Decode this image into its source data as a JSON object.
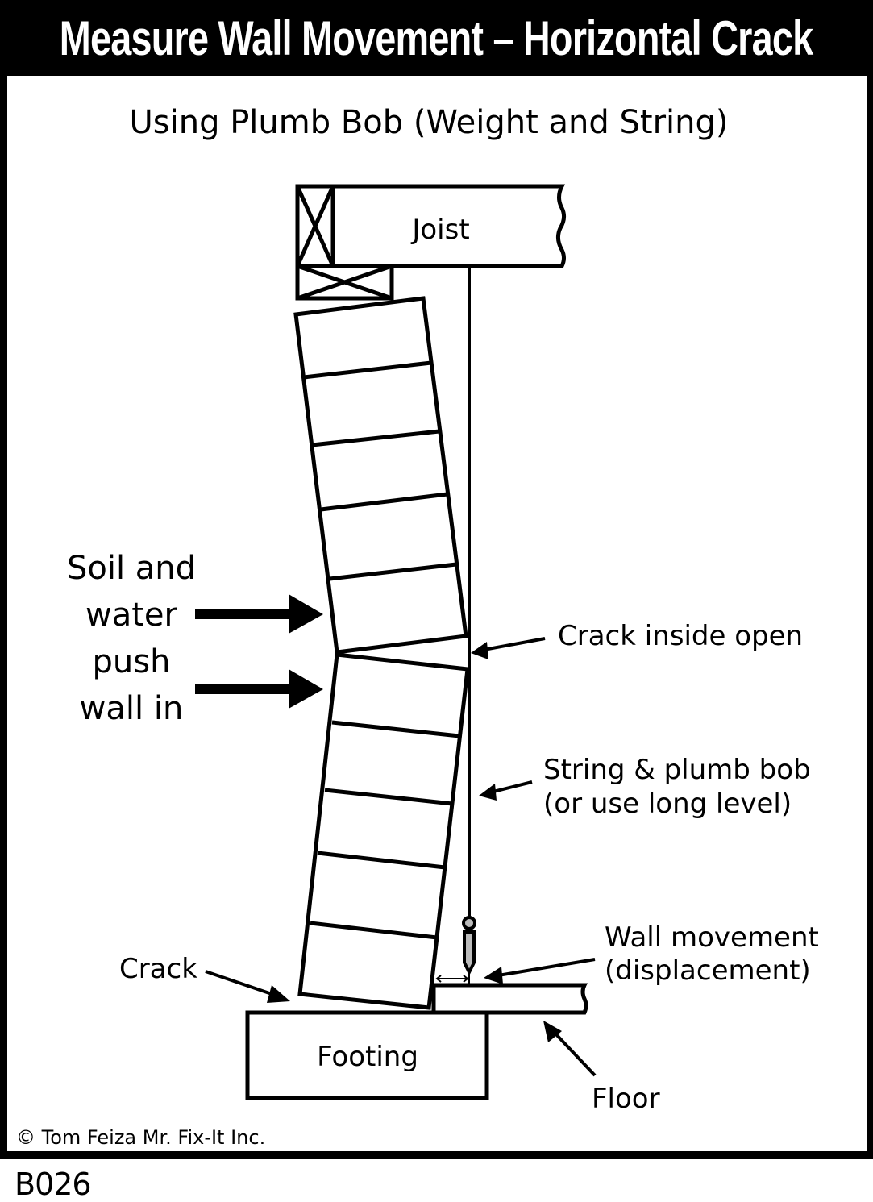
{
  "title": "Measure Wall Movement – Horizontal Crack",
  "subtitle": "Using Plumb Bob (Weight and String)",
  "labels": {
    "joist": "Joist",
    "soil_line1": "Soil and",
    "soil_line2": "water",
    "soil_line3": "push",
    "soil_line4": "wall in",
    "crack_inside": "Crack inside open",
    "string_line1": "String & plumb bob",
    "string_line2": "(or use long level)",
    "wall_movement_line1": "Wall movement",
    "wall_movement_line2": "(displacement)",
    "crack": "Crack",
    "footing": "Footing",
    "floor": "Floor"
  },
  "copyright": "© Tom Feiza Mr. Fix-It Inc.",
  "code": "B026",
  "colors": {
    "ink": "#000000",
    "paper": "#ffffff",
    "plumb_bob_fill": "#bcbcbc"
  }
}
